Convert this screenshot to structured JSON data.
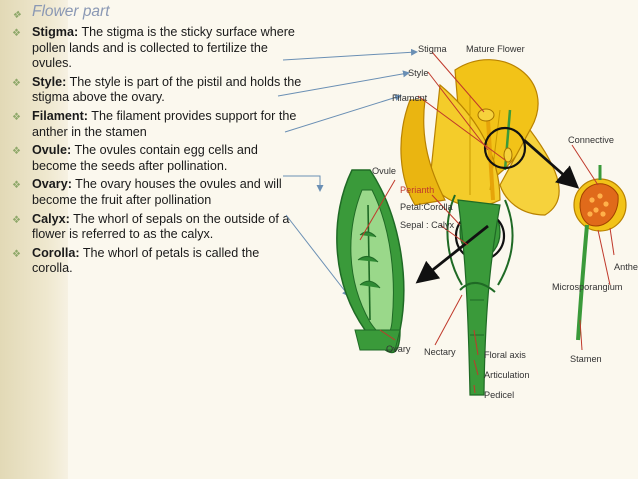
{
  "title": "Flower part",
  "bullets": [
    {
      "term": "Stigma:",
      "text": " The stigma is the sticky surface where pollen lands and is collected to fertilize the ovules."
    },
    {
      "term": "Style:",
      "text": " The style is part of the pistil and holds the stigma above the ovary."
    },
    {
      "term": "Filament:",
      "text": " The filament provides support for the anther in the stamen"
    },
    {
      "term": "Ovule:",
      "text": " The ovules contain egg cells and become the seeds after pollination."
    },
    {
      "term": "Ovary:",
      "text": " The ovary houses the ovules and will become the fruit after pollination"
    },
    {
      "term": "Calyx:",
      "text": " The whorl of sepals on the outside of a flower is referred to as the calyx."
    },
    {
      "term": "Corolla:",
      "text": " The whorl of petals is called the corolla."
    }
  ],
  "diagram": {
    "labels": {
      "stigma": "Stigma",
      "style": "Style",
      "filament": "Filament",
      "mature_flower": "Mature Flower",
      "connective": "Connective",
      "anther": "Anther",
      "microsporangium": "Microsporangium",
      "stamen": "Stamen",
      "ovule": "Ovule",
      "perianth": "Perianth",
      "petal_corolla": "Petal:Corolla",
      "sepal_calyx": "Sepal : Calyx",
      "floral_axis": "Floral axis",
      "articulation": "Articulation",
      "pedicel": "Pedicel",
      "nectary": "Nectary",
      "ovary": "Ovary"
    },
    "colors": {
      "petal": "#f2c318",
      "petal_dark": "#d99a06",
      "green": "#3a9a3a",
      "green_dark": "#1f6a25",
      "red_label": "#c0392b",
      "pointer_line": "#6a8fb4"
    }
  }
}
